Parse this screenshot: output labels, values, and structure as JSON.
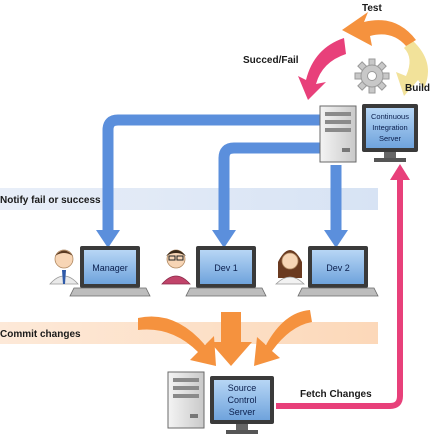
{
  "labels": {
    "test": "Test",
    "build": "Build",
    "succeed_fail": "Succed/Fail",
    "notify": "Notify fail or success",
    "commit": "Commit changes",
    "fetch": "Fetch Changes"
  },
  "screens": {
    "ci": [
      "Continuous",
      "Integration",
      "Server"
    ],
    "manager": "Manager",
    "dev1": "Dev 1",
    "dev2": "Dev 2",
    "source": [
      "Source",
      "Control",
      "Server"
    ]
  },
  "colors": {
    "blue_arrow": "#5b8fdc",
    "pink_arrow": "#e8407a",
    "orange_arrow": "#f5923e",
    "yellow_arrow": "#f2e29a",
    "notify_band": "#d7e3f4",
    "commit_band": "#fde0c6",
    "screen": "#8fbbe8"
  }
}
